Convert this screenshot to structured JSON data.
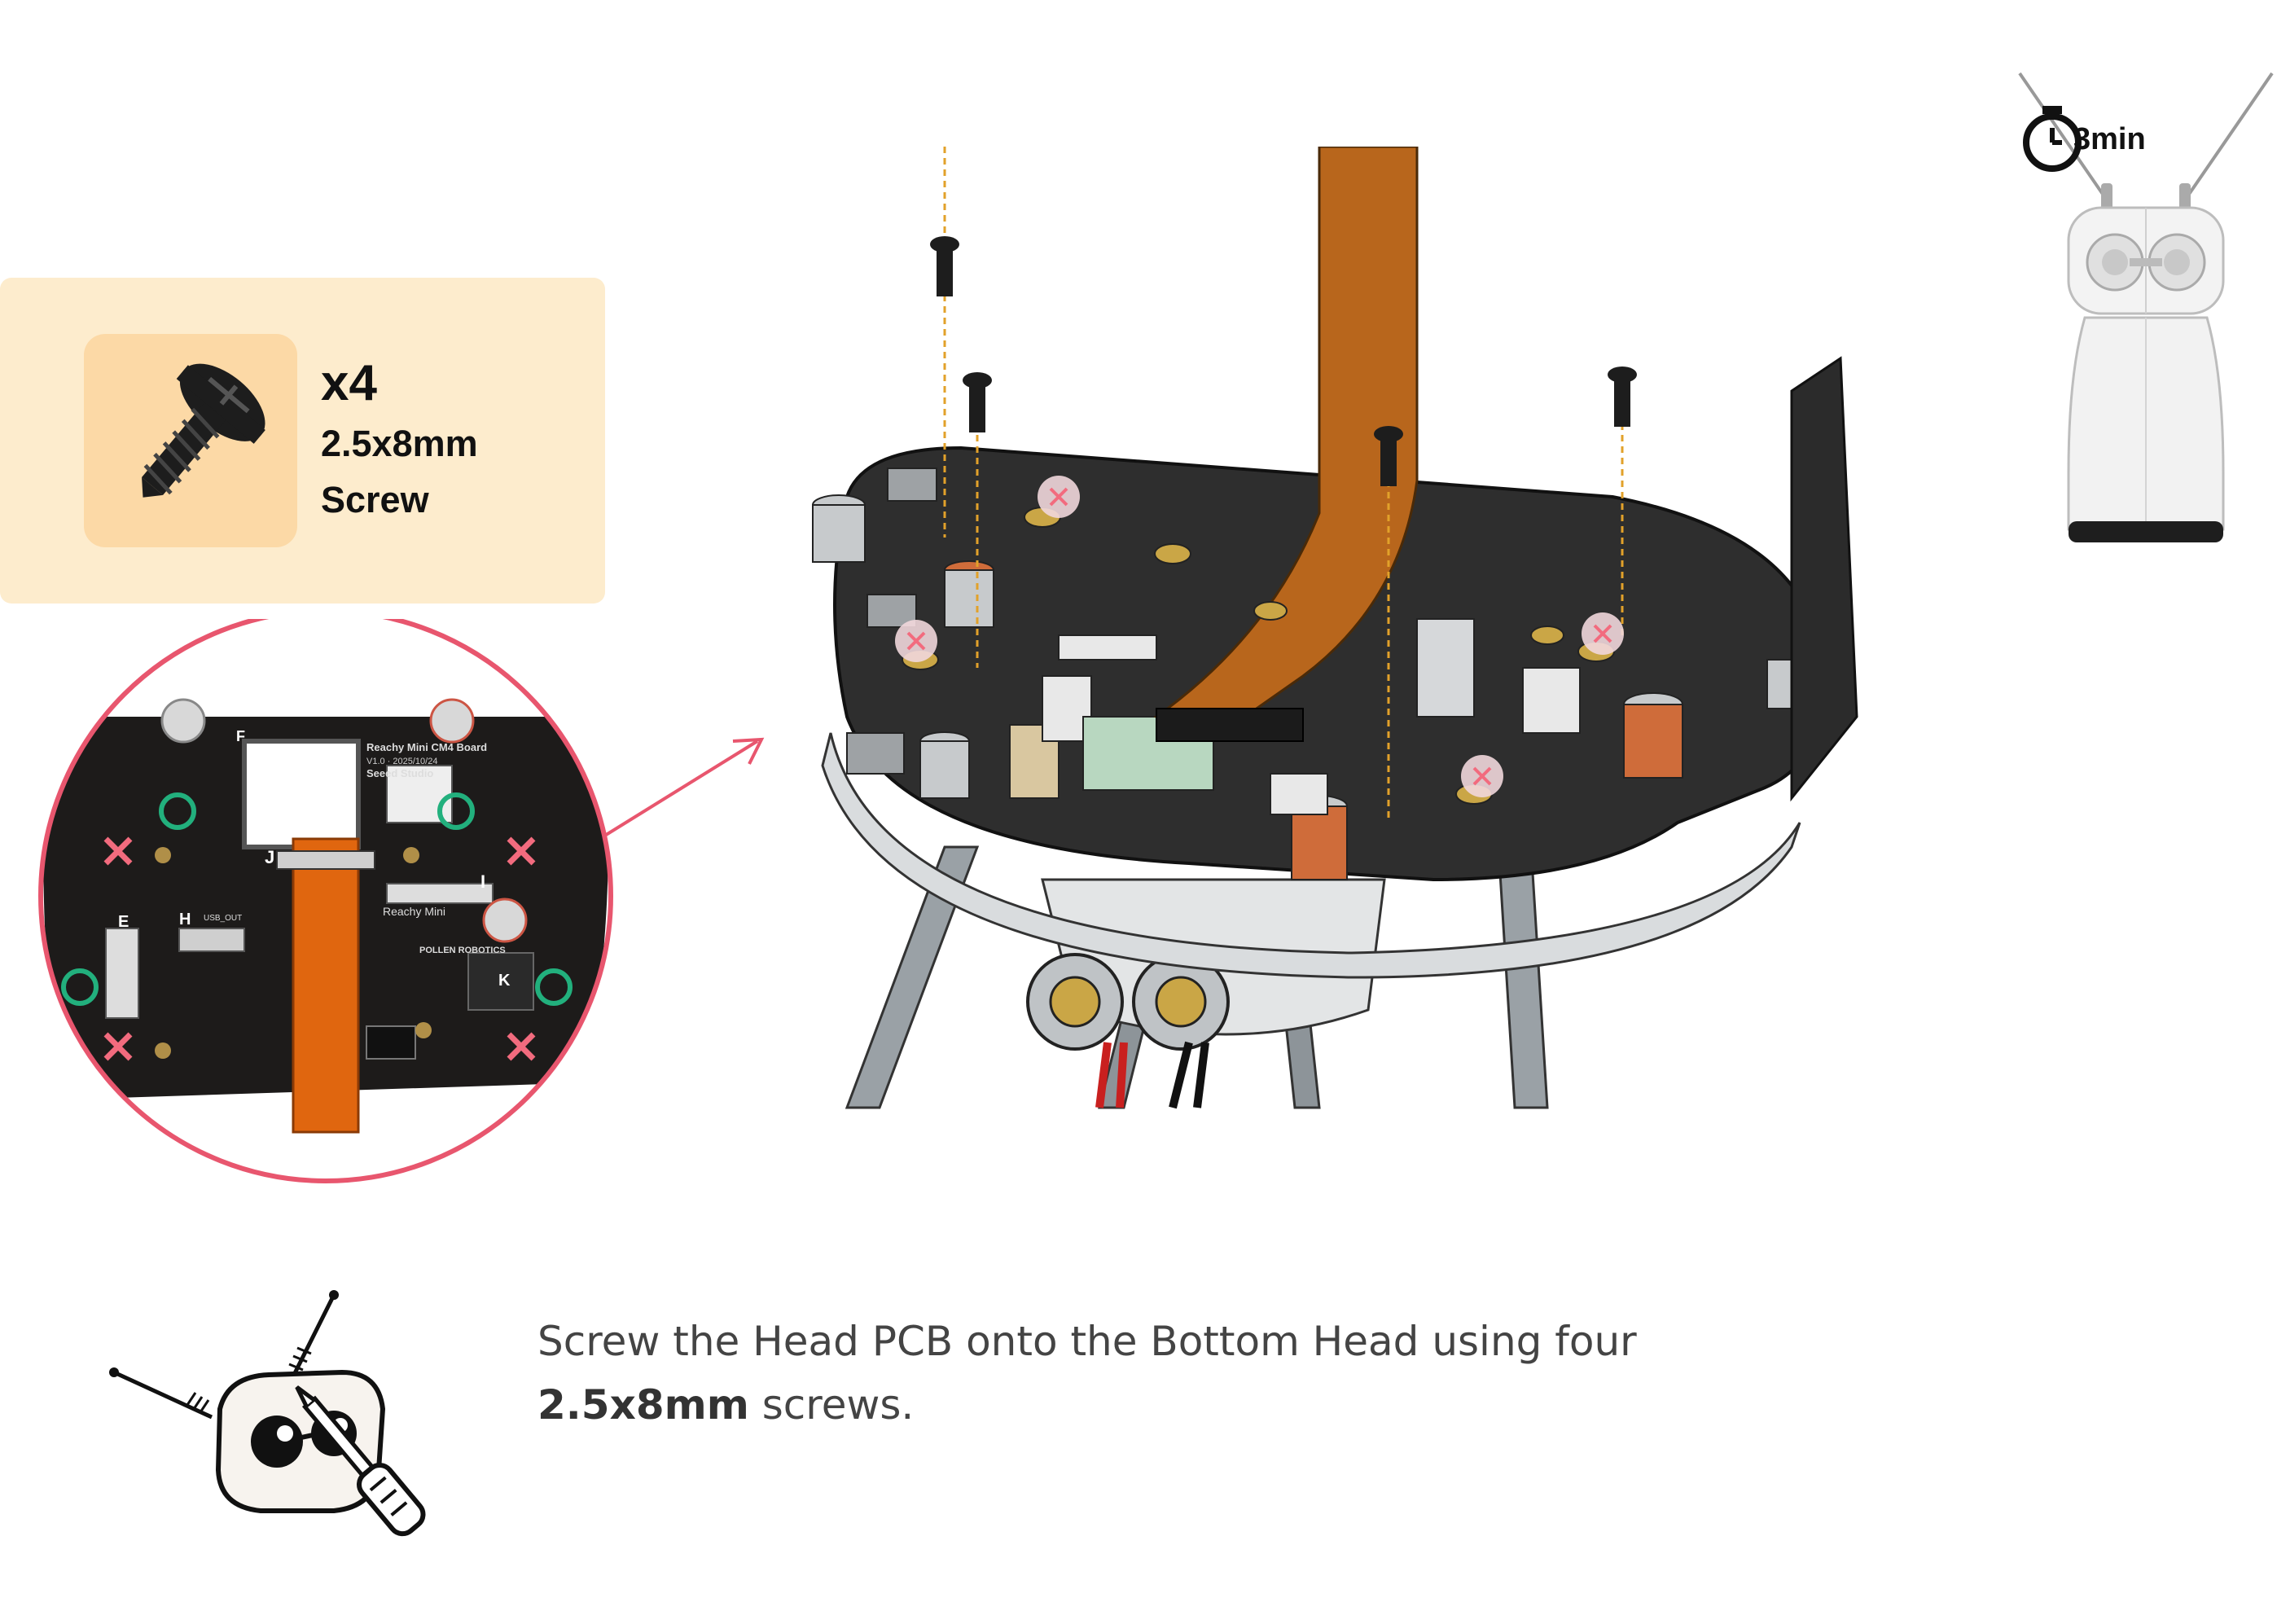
{
  "parts": {
    "quantity": "x4",
    "size": "2.5x8mm",
    "type": "Screw",
    "icon": "screw-icon"
  },
  "timer": {
    "duration": "3min",
    "icon": "stopwatch-icon"
  },
  "instruction": {
    "line1": "Screw the Head PCB onto the Bottom Head using four",
    "bold_spec": "2.5x8mm",
    "line2_rest": " screws."
  },
  "board_labels": {
    "board_name": "Reachy Mini CM4 Board",
    "board_date": "V1.0 · 2025/10/24",
    "maker": "Seeed Studio",
    "product": "Reachy Mini",
    "usb_label": "USB_OUT",
    "conn_j": "J",
    "conn_i": "I",
    "conn_h": "H",
    "conn_e": "E",
    "conn_k": "K",
    "conn_f": "F",
    "pollen": "POLLEN ROBOTICS"
  },
  "colors": {
    "card_bg": "#fdeccd",
    "tile_bg": "#fcd9a6",
    "zoom_ring": "#e8566e",
    "remove_mark": "#f26b7e",
    "keep_mark": "#22b07d",
    "ribbon": "#d4761b",
    "pcb": "#2e2e2e"
  }
}
